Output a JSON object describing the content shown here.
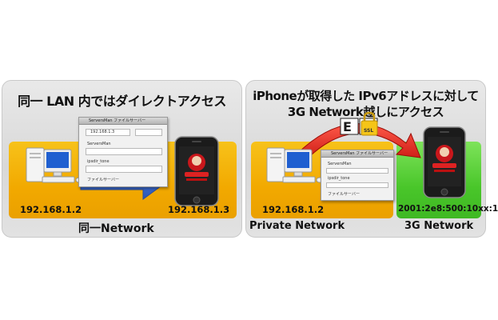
{
  "left_panel": {
    "title": "同一 LAN 内ではダイレクトアクセス",
    "pc_ip": "192.168.1.2",
    "phone_ip": "192.168.1.3",
    "network_label": "同一Network",
    "window": {
      "title": "ServersMan ファイルサーバー",
      "ip_field": "192.168.1.3",
      "rows": [
        "ServersMan",
        "ipsdir_tone",
        "ファイルサーバー"
      ]
    }
  },
  "right_panel": {
    "title_line1": "iPhoneが取得した IPv6アドレスに対して",
    "title_line2": "3G Network越しにアクセス",
    "pc_ip": "192.168.1.2",
    "phone_ip": "2001:2e8:500:10xx:1",
    "private_label": "Private Network",
    "mobile_label": "3G Network",
    "ssl_label": "SSL",
    "window": {
      "title": "ServersMan ファイルサーバー",
      "rows": [
        "ServersMan",
        "ipsdir_tone",
        "ファイルサーバー"
      ]
    }
  },
  "colors": {
    "band_yellow": "#f2a900",
    "band_green": "#49c62a",
    "arrow_blue": "#3d6fd6",
    "arrow_red": "#e0211b"
  }
}
